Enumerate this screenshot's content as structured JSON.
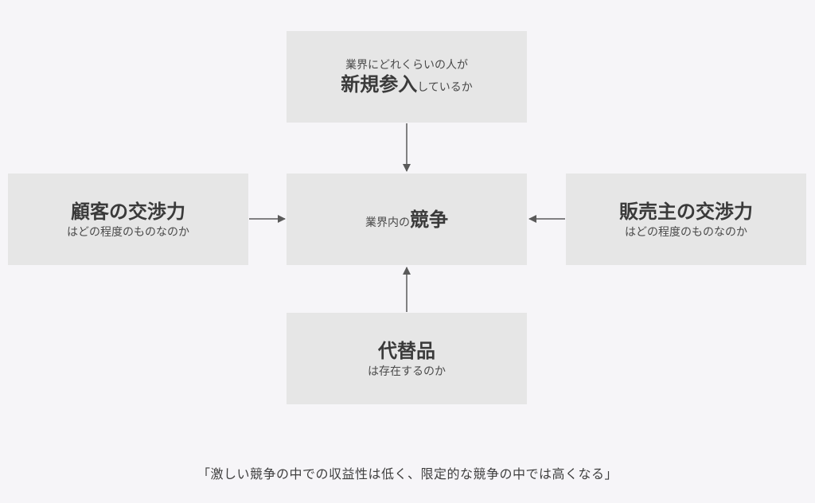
{
  "top": {
    "line1": "業界にどれくらいの人が",
    "emphasis": "新規参入",
    "suffix": "しているか"
  },
  "left": {
    "title": "顧客の交渉力",
    "sub": "はどの程度のものなのか"
  },
  "center": {
    "prefix": "業界内の",
    "emphasis": "競争"
  },
  "right": {
    "title": "販売主の交渉力",
    "sub": "はどの程度のものなのか"
  },
  "bottom": {
    "title": "代替品",
    "sub": "は存在するのか"
  },
  "caption": "「激しい競争の中での収益性は低く、限定的な競争の中では高くなる」",
  "colors": {
    "background": "#f6f5f8",
    "box": "#e6e6e6",
    "arrow": "#5a5a5a",
    "text": "#3f3f3f"
  }
}
